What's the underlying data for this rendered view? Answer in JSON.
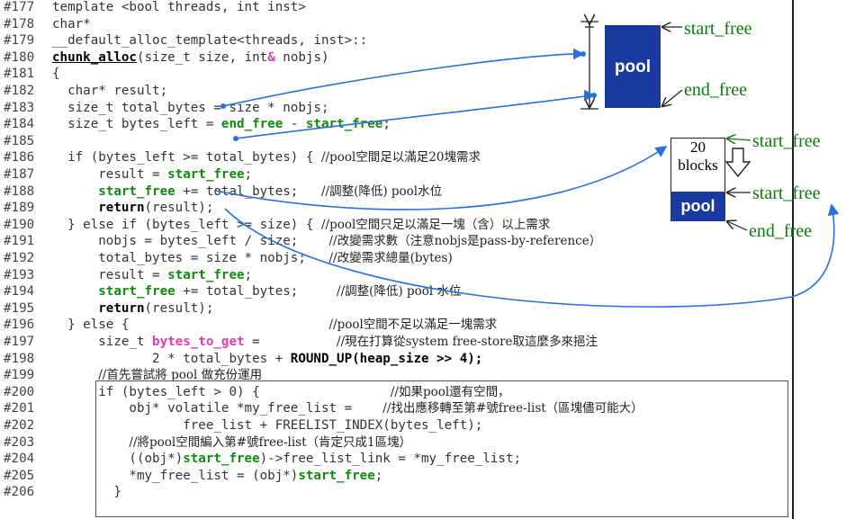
{
  "code_lines": [
    {
      "no": "#177",
      "parts": [
        {
          "t": "template <bool threads, int inst>"
        }
      ]
    },
    {
      "no": "#178",
      "parts": [
        {
          "t": "char*"
        }
      ]
    },
    {
      "no": "#179",
      "parts": [
        {
          "t": "__default_alloc_template<threads, inst>::"
        }
      ]
    },
    {
      "no": "#180",
      "parts": [
        {
          "t": "chunk_alloc",
          "c": "blk ul"
        },
        {
          "t": "(size_t size, int"
        },
        {
          "t": "&",
          "c": "pink"
        },
        {
          "t": " nobjs)"
        }
      ]
    },
    {
      "no": "#181",
      "parts": [
        {
          "t": "{"
        }
      ]
    },
    {
      "no": "#182",
      "parts": [
        {
          "t": "  char* result;"
        }
      ]
    },
    {
      "no": "#183",
      "parts": [
        {
          "t": "  size_t total_bytes = size * nobjs;"
        }
      ]
    },
    {
      "no": "#184",
      "parts": [
        {
          "t": "  size_t bytes_left = "
        },
        {
          "t": "end_free",
          "c": "kw"
        },
        {
          "t": " - "
        },
        {
          "t": "start_free",
          "c": "kw"
        },
        {
          "t": ";"
        }
      ]
    },
    {
      "no": "#185",
      "parts": [
        {
          "t": ""
        }
      ]
    },
    {
      "no": "#186",
      "parts": [
        {
          "t": "  if (bytes_left >= total_bytes) { "
        },
        {
          "t": "//pool空間足以滿足20塊需求",
          "c": "cm"
        }
      ]
    },
    {
      "no": "#187",
      "parts": [
        {
          "t": "      result = "
        },
        {
          "t": "start_free",
          "c": "kw"
        },
        {
          "t": ";"
        }
      ]
    },
    {
      "no": "#188",
      "parts": [
        {
          "t": "      "
        },
        {
          "t": "start_free",
          "c": "kw"
        },
        {
          "t": " += total_bytes;   "
        },
        {
          "t": "//調整(降低) pool水位",
          "c": "cm"
        }
      ]
    },
    {
      "no": "#189",
      "parts": [
        {
          "t": "      "
        },
        {
          "t": "return",
          "c": "blk"
        },
        {
          "t": "(result);"
        }
      ]
    },
    {
      "no": "#190",
      "parts": [
        {
          "t": "  } else if (bytes_left >= size) { "
        },
        {
          "t": "//pool空間只足以滿足一塊（含）以上需求",
          "c": "cm"
        }
      ]
    },
    {
      "no": "#191",
      "parts": [
        {
          "t": "      nobjs = bytes_left / size;    "
        },
        {
          "t": "//改變需求數（注意nobjs是pass-by-reference）",
          "c": "cm"
        }
      ]
    },
    {
      "no": "#192",
      "parts": [
        {
          "t": "      total_bytes = size * nobjs;   "
        },
        {
          "t": "//改變需求總量(bytes)",
          "c": "cm"
        }
      ]
    },
    {
      "no": "#193",
      "parts": [
        {
          "t": "      result = "
        },
        {
          "t": "start_free",
          "c": "kw"
        },
        {
          "t": ";"
        }
      ]
    },
    {
      "no": "#194",
      "parts": [
        {
          "t": "      "
        },
        {
          "t": "start_free",
          "c": "kw"
        },
        {
          "t": " += total_bytes;     "
        },
        {
          "t": "//調整(降低) pool 水位",
          "c": "cm"
        }
      ]
    },
    {
      "no": "#195",
      "parts": [
        {
          "t": "      "
        },
        {
          "t": "return",
          "c": "blk"
        },
        {
          "t": "(result);"
        }
      ]
    },
    {
      "no": "#196",
      "parts": [
        {
          "t": "  } else {                          "
        },
        {
          "t": "//pool空間不足以滿足一塊需求",
          "c": "cm"
        }
      ]
    },
    {
      "no": "#197",
      "parts": [
        {
          "t": "      size_t "
        },
        {
          "t": "bytes_to_get",
          "c": "pink"
        },
        {
          "t": " =          "
        },
        {
          "t": "//現在打算從system free-store取這麼多來挹注",
          "c": "cm"
        }
      ]
    },
    {
      "no": "#198",
      "parts": [
        {
          "t": "             2 * total_bytes + "
        },
        {
          "t": "ROUND_UP(heap_size >> 4);",
          "c": "blk"
        }
      ]
    },
    {
      "no": "#199",
      "parts": [
        {
          "t": "      "
        },
        {
          "t": "//首先嘗試將 pool 做充份運用",
          "c": "cm"
        }
      ]
    },
    {
      "no": "#200",
      "parts": [
        {
          "t": "      if (bytes_left > 0) {                 "
        },
        {
          "t": "//如果pool還有空間，",
          "c": "cm"
        }
      ]
    },
    {
      "no": "#201",
      "parts": [
        {
          "t": "          obj* volatile *my_free_list =    "
        },
        {
          "t": "//找出應移轉至第#號free-list（區塊儘可能大）",
          "c": "cm"
        }
      ]
    },
    {
      "no": "#202",
      "parts": [
        {
          "t": "                 free_list + FREELIST_INDEX(bytes_left);"
        }
      ]
    },
    {
      "no": "#203",
      "parts": [
        {
          "t": "          "
        },
        {
          "t": "//將pool空間編入第#號free-list（肯定只成1區塊）",
          "c": "cm"
        }
      ]
    },
    {
      "no": "#204",
      "parts": [
        {
          "t": "          ((obj*)"
        },
        {
          "t": "start_free",
          "c": "kw"
        },
        {
          "t": ")->free_list_link = *my_free_list;"
        }
      ]
    },
    {
      "no": "#205",
      "parts": [
        {
          "t": "          *my_free_list = (obj*)"
        },
        {
          "t": "start_free",
          "c": "kw"
        },
        {
          "t": ";"
        }
      ]
    },
    {
      "no": "#206",
      "parts": [
        {
          "t": "        }"
        }
      ]
    }
  ],
  "diagram": {
    "top_pool": {
      "label": "pool",
      "start_label": "start_free",
      "end_label": "end_free"
    },
    "blocks": {
      "count": "20",
      "word": "blocks",
      "pool_label": "pool",
      "start_label_1": "start_free",
      "start_label_2": "start_free",
      "end_label": "end_free"
    }
  },
  "colors": {
    "pool_fill": "#1a3aa0",
    "arrow_blue": "#2a6fdc",
    "code_green": "#118a11",
    "code_pink": "#e63ab4"
  }
}
